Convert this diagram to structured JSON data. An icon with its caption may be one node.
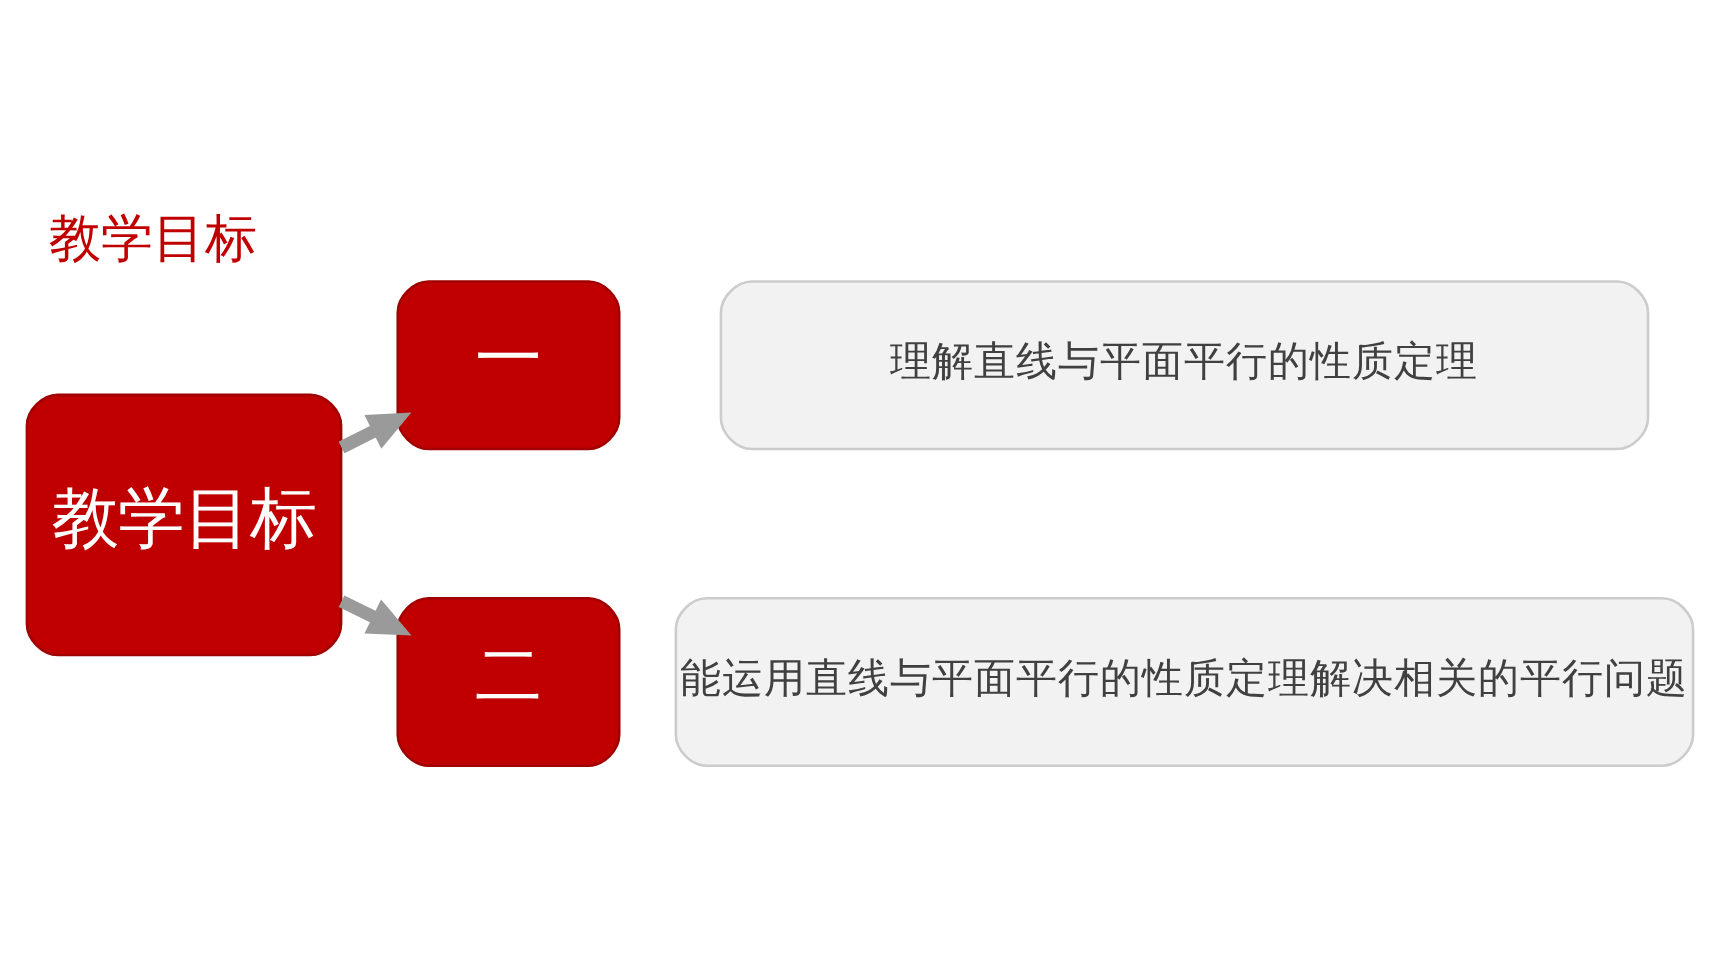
{
  "diagram": {
    "title": "教学目标",
    "nodes": [
      {
        "text": [
          "教学目标"
        ]
      },
      {
        "text": [
          "一"
        ]
      },
      {
        "text": [
          "理解直线与平面平行的性质定理"
        ]
      },
      {
        "text": [
          "二"
        ]
      },
      {
        "text": [
          "能运用直线与平面平行的性质定理解决相关的平行问题"
        ]
      }
    ],
    "edges": [
      {
        "from": 0,
        "to": 1,
        "arrow": "to"
      },
      {
        "from": 0,
        "to": 3,
        "arrow": "to"
      }
    ]
  }
}
